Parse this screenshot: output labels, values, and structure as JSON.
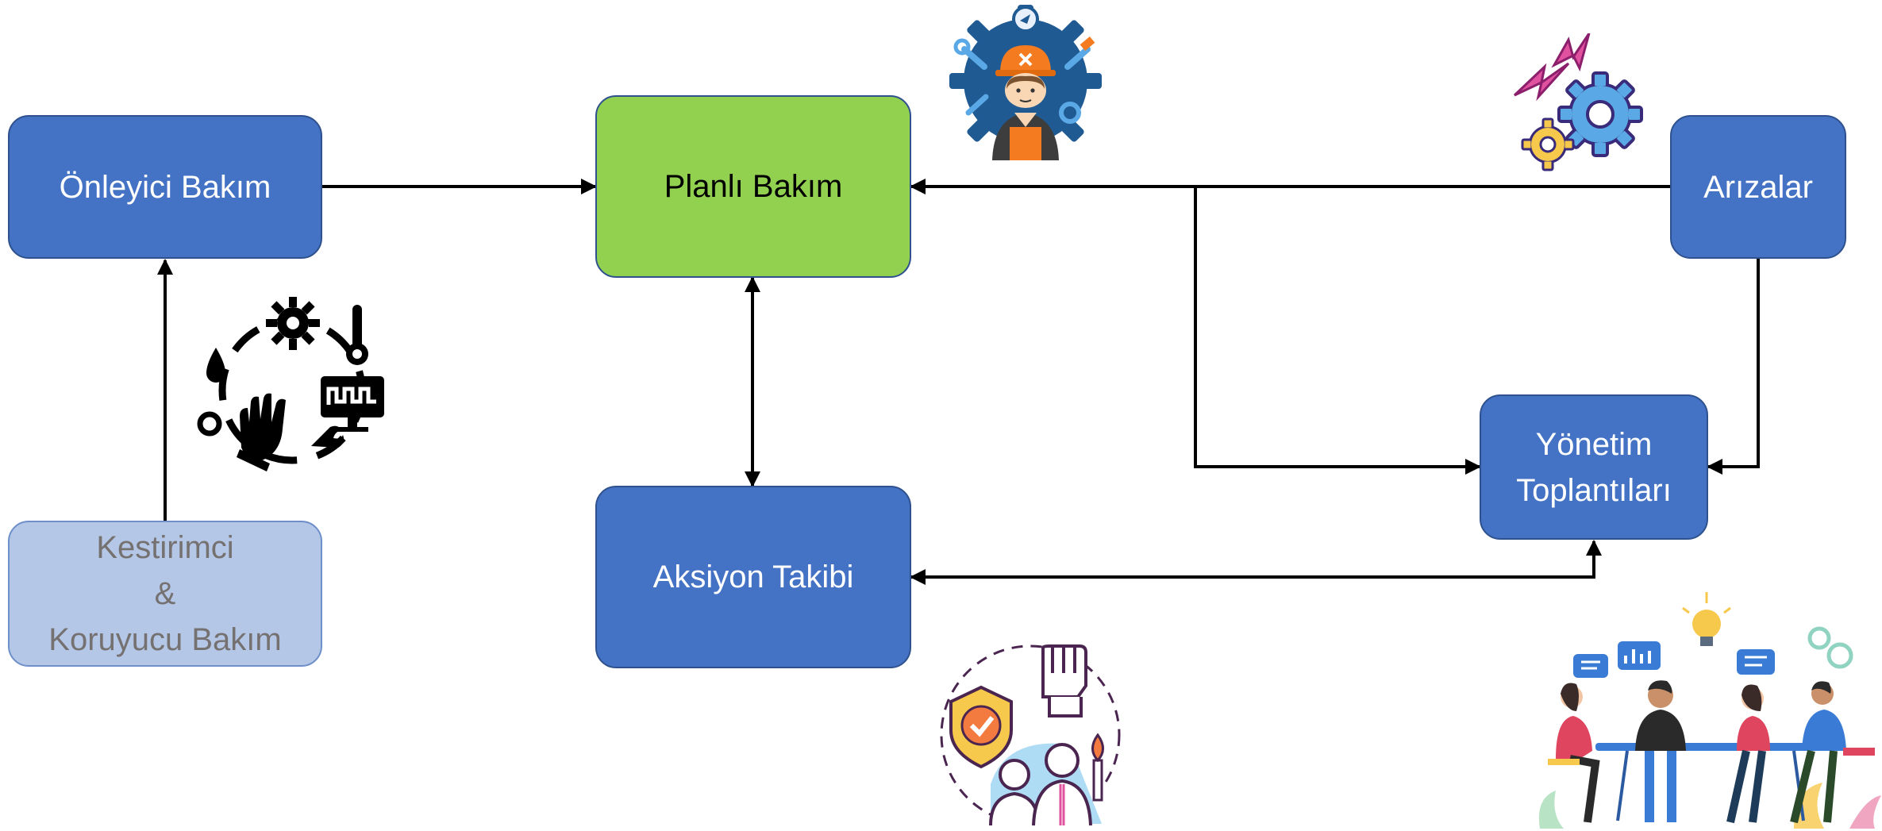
{
  "nodes": {
    "onleyici": "Önleyici Bakım",
    "planli": "Planlı Bakım",
    "arizalar": "Arızalar",
    "kestirimci": "Kestirimci\n&\nKoruyucu  Bakım",
    "aksiyon": "Aksiyon Takibi",
    "yonetim": "Yönetim\nToplantıları"
  },
  "colors": {
    "node_blue": "#4472c4",
    "node_green": "#92d050",
    "node_light": "#b4c7e7",
    "arrow": "#000000"
  },
  "icons": {
    "technician": "technician-gear-icon",
    "gears": "gears-lightning-icon",
    "monitoring": "monitoring-cycle-icon",
    "teamwork": "team-quality-icon",
    "meeting": "team-meeting-icon"
  }
}
